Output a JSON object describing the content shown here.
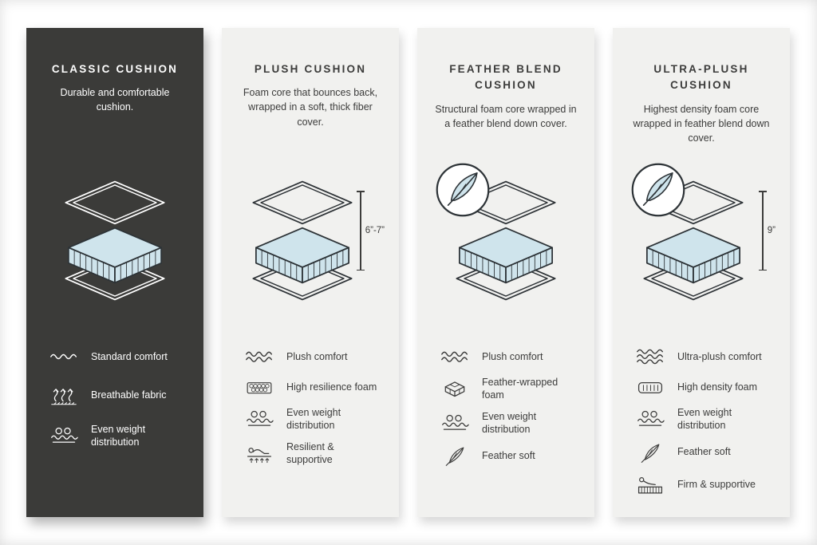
{
  "colors": {
    "dark_panel": "#3b3b39",
    "light_panel": "#f1f1ef",
    "foam_fill": "#cfe4ec",
    "outline": "#2d3337",
    "text_dark": "#3c3c3b",
    "text_light": "#ffffff"
  },
  "columns": [
    {
      "title": "CLASSIC CUSHION",
      "description": "Durable and comfortable cushion.",
      "features": [
        {
          "icon": "single-wave-icon",
          "label": "Standard comfort"
        },
        {
          "icon": "breathable-fabric-icon",
          "label": "Breathable fabric"
        },
        {
          "icon": "even-weight-icon",
          "label": "Even weight distribution"
        }
      ]
    },
    {
      "title": "PLUSH CUSHION",
      "description": "Foam core that bounces back, wrapped in a soft, thick fiber cover.",
      "measurement": "6”-7”",
      "features": [
        {
          "icon": "double-wave-icon",
          "label": "Plush comfort"
        },
        {
          "icon": "resilience-foam-icon",
          "label": "High resilience foam"
        },
        {
          "icon": "even-weight-icon",
          "label": "Even weight distribution"
        },
        {
          "icon": "resilient-supportive-icon",
          "label": "Resilient & supportive"
        }
      ]
    },
    {
      "title": "FEATHER BLEND CUSHION",
      "description": "Structural foam core wrapped in a feather blend down cover.",
      "features": [
        {
          "icon": "double-wave-icon",
          "label": "Plush comfort"
        },
        {
          "icon": "feather-wrapped-foam-icon",
          "label": "Feather-wrapped foam"
        },
        {
          "icon": "even-weight-icon",
          "label": "Even weight distribution"
        },
        {
          "icon": "feather-icon",
          "label": "Feather soft"
        }
      ]
    },
    {
      "title": "ULTRA-PLUSH CUSHION",
      "description": "Highest density foam core wrapped in feather blend down cover.",
      "measurement": "9”",
      "features": [
        {
          "icon": "triple-wave-icon",
          "label": "Ultra-plush comfort"
        },
        {
          "icon": "high-density-foam-icon",
          "label": "High density foam"
        },
        {
          "icon": "even-weight-icon",
          "label": "Even weight distribution"
        },
        {
          "icon": "feather-icon",
          "label": "Feather soft"
        },
        {
          "icon": "firm-supportive-icon",
          "label": "Firm & supportive"
        }
      ]
    }
  ]
}
